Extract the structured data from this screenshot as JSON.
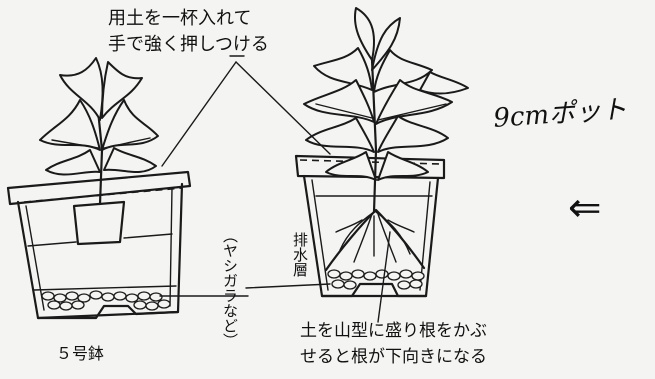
{
  "annotations": {
    "top_line1": "用土を一杯入れて",
    "top_line2": "手で強く押しつける",
    "bottom_line1": "土を山型に盛り根をかぶ",
    "bottom_line2": "せると根が下向きになる",
    "pot_size_label": "５号鉢",
    "drain_layer_label": "排水層",
    "drain_material_label": "（ヤシガラなど）",
    "small_pot_note": "9cmポット",
    "arrow_glyph": "⇐"
  }
}
